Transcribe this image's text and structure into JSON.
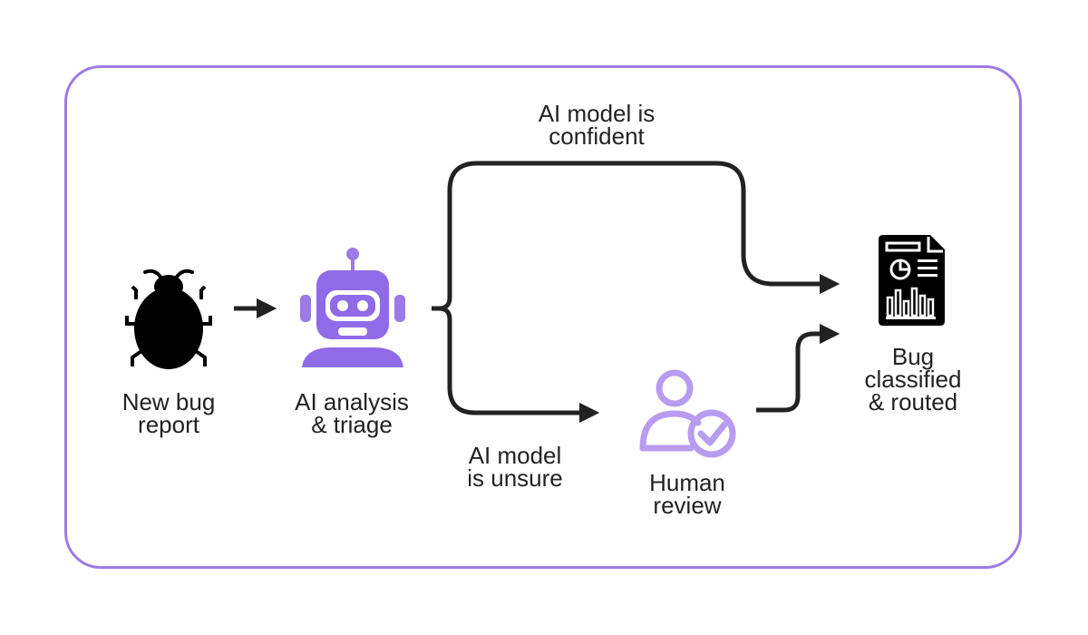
{
  "nodes": {
    "bug": {
      "icon": "bug-icon",
      "label": [
        "New bug",
        "report"
      ]
    },
    "ai": {
      "icon": "robot-icon",
      "label": [
        "AI analysis",
        "& triage"
      ]
    },
    "human": {
      "icon": "user-check-icon",
      "label": [
        "Human",
        "review"
      ]
    },
    "result": {
      "icon": "report-document-icon",
      "label": [
        "Bug",
        "classified",
        "& routed"
      ]
    }
  },
  "edges": {
    "confident": [
      "AI model is",
      "confident"
    ],
    "unsure": [
      "AI model",
      "is unsure"
    ]
  },
  "colors": {
    "accent": "#9b7be6",
    "accent_dark": "#8f6be8",
    "light_accent": "#b89cf0",
    "ink": "#000000",
    "arrow": "#222222",
    "text": "#222222"
  }
}
